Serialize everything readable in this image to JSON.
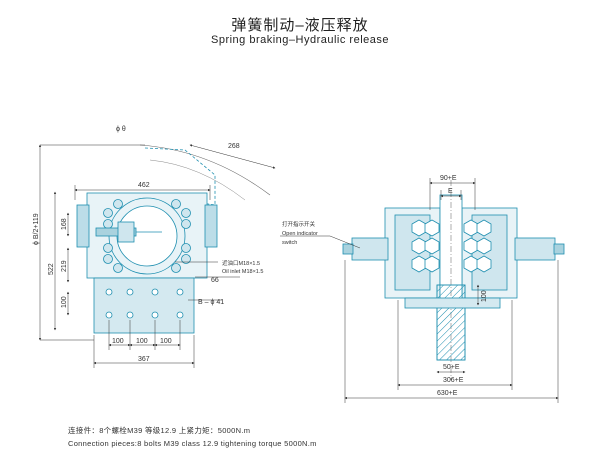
{
  "header": {
    "title_cn": "弹簧制动–液压释放",
    "title_en": "Spring braking–Hydraulic release"
  },
  "colors": {
    "line": "#1f8fb0",
    "fill_light": "#cfe6ee",
    "fill_mid": "#a9d2de",
    "ink": "#333333"
  },
  "left_view": {
    "dims": {
      "d_theta": "ϕ θ",
      "d268": "268",
      "d462": "462",
      "d168": "168",
      "d_b2": "ϕ B/2+119",
      "d522": "522",
      "d219": "219",
      "d100_v": "100",
      "d66": "66",
      "d_b41": "B – ϕ 41",
      "d100_a": "100",
      "d100_b": "100",
      "d100_c": "100",
      "d367": "367"
    },
    "ports": {
      "cn": "近油口M18×1.5",
      "en": "Oil inlet M18×1.5"
    }
  },
  "right_view": {
    "dims": {
      "d90e": "90+E",
      "e": "E",
      "d100": "100",
      "d50e": "50+E",
      "d306e": "306+E",
      "d630e": "630+E"
    },
    "indicator": {
      "cn": "打开指示开关",
      "en1": "Open indicator",
      "en2": "switch"
    }
  },
  "footer": {
    "line_cn": "连接件：8个螺栓M39 等级12.9 上紧力矩：5000N.m",
    "line_en": "Connection pieces:8 bolts M39 class 12.9 tightening torque 5000N.m"
  }
}
